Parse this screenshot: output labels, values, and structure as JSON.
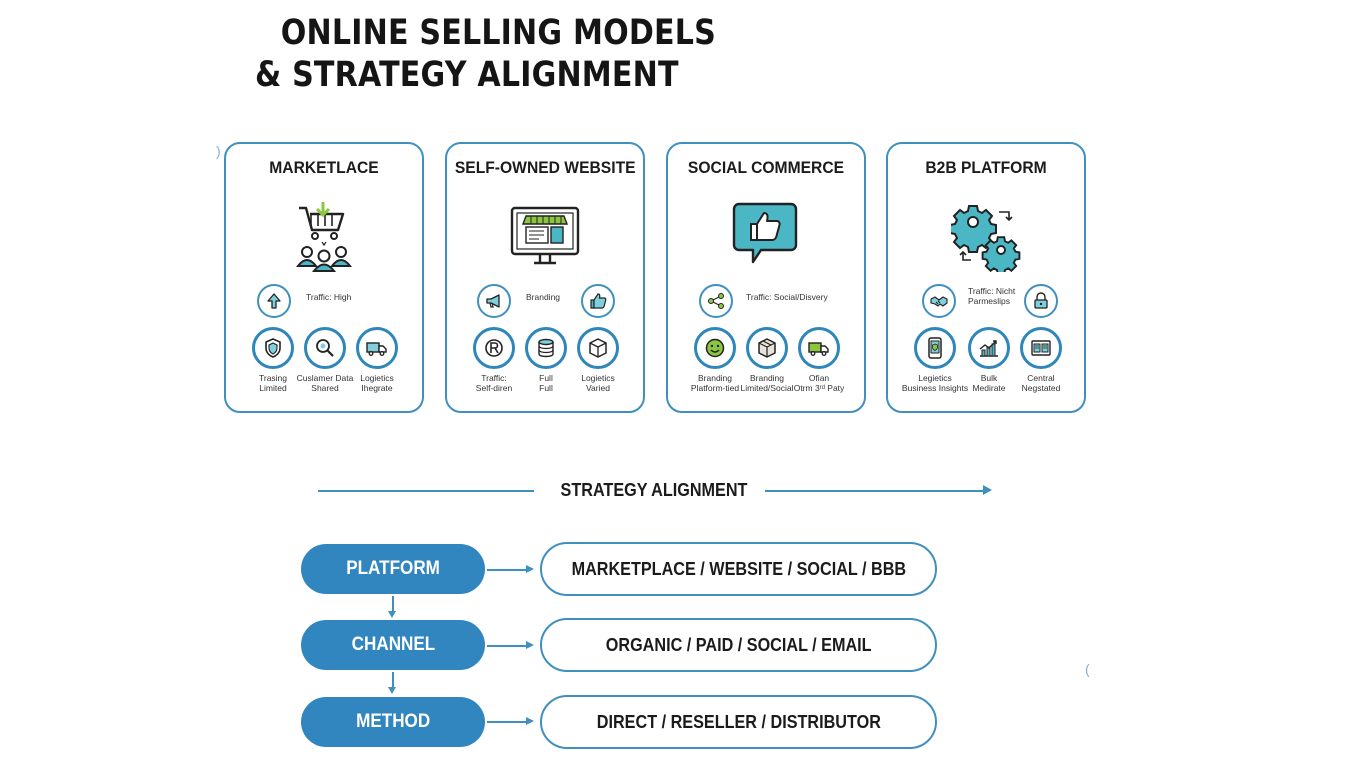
{
  "title": {
    "line1": "ONLINE SELLING MODELS",
    "line2": "& STRATEGY ALIGNMENT"
  },
  "cards": [
    {
      "title": "MARKETLACE",
      "hero_icon": "shopping-cart-customers-icon",
      "mid": {
        "icon": "arrow-up-icon",
        "text_lines": [
          "Traffic: High"
        ]
      },
      "items": [
        {
          "icon": "shield-icon",
          "lines": [
            "Trasing",
            "Limited"
          ]
        },
        {
          "icon": "search-icon",
          "lines": [
            "Cuslamer Data",
            "Shared"
          ]
        },
        {
          "icon": "truck-icon",
          "lines": [
            "Logietics",
            "Ihegrate"
          ]
        }
      ]
    },
    {
      "title": "SELF-OWNED WEBSITE",
      "hero_icon": "monitor-storefront-icon",
      "mid": {
        "left_icon": "megaphone-icon",
        "text_lines": [
          "Branding"
        ],
        "right_icon": "thumbs-up-icon"
      },
      "items": [
        {
          "icon": "registered-icon",
          "lines": [
            "Traffic:",
            "Self-diren"
          ]
        },
        {
          "icon": "database-icon",
          "lines": [
            "Full",
            "Full"
          ]
        },
        {
          "icon": "box-icon",
          "lines": [
            "Logietics",
            "Varied"
          ]
        }
      ]
    },
    {
      "title": "SOCIAL COMMERCE",
      "hero_icon": "thumbs-up-bubble-icon",
      "mid": {
        "icon": "share-icon",
        "text_lines": [
          "Traffic: Social/Disvery"
        ]
      },
      "items": [
        {
          "icon": "smiley-icon",
          "lines": [
            "Branding",
            "Platform-tied"
          ]
        },
        {
          "icon": "package-icon",
          "lines": [
            "Branding",
            "Limited/Social"
          ]
        },
        {
          "icon": "delivery-truck-icon",
          "lines": [
            "Ofian",
            "Otrm 3ʳᵈ Paty"
          ]
        }
      ]
    },
    {
      "title": "B2B PLATFORM",
      "hero_icon": "gears-icon",
      "mid": {
        "left_icon": "handshake-icon",
        "text_lines": [
          "Traffic: Nicht",
          "Parmeslips"
        ],
        "right_icon": "lock-icon"
      },
      "items": [
        {
          "icon": "mobile-icon",
          "lines": [
            "Legietics",
            "Business Insights"
          ]
        },
        {
          "icon": "growth-chart-icon",
          "lines": [
            "Bulk",
            "Medirate"
          ]
        },
        {
          "icon": "contract-icon",
          "lines": [
            "Central",
            "Negstated"
          ]
        }
      ]
    }
  ],
  "strategy_label": "STRATEGY ALIGNMENT",
  "rows": [
    {
      "label": "PLATFORM",
      "value": "MARKETPLACE / WEBSITE / SOCIAL / BBB"
    },
    {
      "label": "CHANNEL",
      "value": "ORGANIC / PAID / SOCIAL / EMAIL"
    },
    {
      "label": "METHOD",
      "value": "DIRECT / RESELLER / DISTRIBUTOR"
    }
  ],
  "colors": {
    "accent": "#3286c0",
    "outline": "#3f8fbf",
    "teal": "#4bb6c4",
    "green": "#8cc63f"
  }
}
